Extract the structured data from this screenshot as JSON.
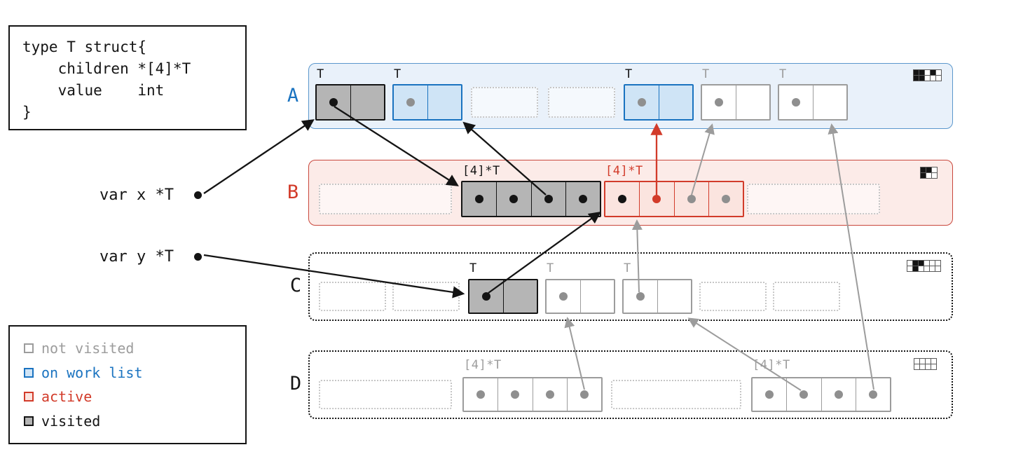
{
  "colors": {
    "blue": "#1a73c0",
    "red": "#d23b2a",
    "gray": "#9c9c9c",
    "visited_fill": "#b5b5b5",
    "work_list_fill": "#cfe4f6",
    "span_a_fill": "#e9f1fa",
    "span_b_fill": "#fcebe8"
  },
  "code_box": {
    "lines": [
      "type T struct{",
      "    children *[4]*T",
      "    value    int",
      "}"
    ]
  },
  "variables": [
    {
      "name": "var x *T"
    },
    {
      "name": "var y *T"
    }
  ],
  "legend": [
    {
      "label": "not visited",
      "state": "not-visited"
    },
    {
      "label": "on work list",
      "state": "work-list"
    },
    {
      "label": "active",
      "state": "active"
    },
    {
      "label": "visited",
      "state": "visited"
    }
  ],
  "spans": [
    {
      "name": "A",
      "bitmap": [
        [
          1,
          1,
          0,
          1,
          0
        ],
        [
          1,
          1,
          0,
          0,
          0
        ]
      ],
      "objects": [
        {
          "type": "T",
          "state": "visited",
          "cells": [
            "black",
            "none"
          ]
        },
        {
          "type": "T",
          "state": "work-list",
          "cells": [
            "gray",
            "none"
          ]
        },
        {
          "state": "empty"
        },
        {
          "state": "empty"
        },
        {
          "type": "T",
          "state": "work-list",
          "cells": [
            "gray",
            "none"
          ]
        },
        {
          "type": "T",
          "state": "not-visited",
          "cells": [
            "gray",
            "none"
          ]
        },
        {
          "type": "T",
          "state": "not-visited",
          "cells": [
            "gray",
            "none"
          ]
        }
      ]
    },
    {
      "name": "B",
      "bitmap": [
        [
          1,
          1,
          0
        ],
        [
          1,
          0,
          0
        ]
      ],
      "objects": [
        {
          "state": "empty"
        },
        {
          "type": "[4]*T",
          "state": "visited",
          "cells": [
            "black",
            "black",
            "black",
            "black"
          ]
        },
        {
          "type": "[4]*T",
          "state": "active",
          "cells": [
            "black",
            "red",
            "gray",
            "gray"
          ]
        },
        {
          "state": "empty"
        }
      ]
    },
    {
      "name": "C",
      "bitmap": [
        [
          0,
          1,
          1,
          0,
          0,
          0
        ],
        [
          0,
          1,
          0,
          0,
          0,
          0
        ]
      ],
      "objects": [
        {
          "state": "empty"
        },
        {
          "state": "empty"
        },
        {
          "type": "T",
          "state": "visited",
          "cells": [
            "black",
            "none"
          ]
        },
        {
          "type": "T",
          "state": "not-visited",
          "cells": [
            "gray",
            "none"
          ]
        },
        {
          "type": "T",
          "state": "not-visited",
          "cells": [
            "gray",
            "none"
          ]
        },
        {
          "state": "empty"
        },
        {
          "state": "empty"
        }
      ]
    },
    {
      "name": "D",
      "bitmap": [
        [
          0,
          0,
          0,
          0
        ],
        [
          0,
          0,
          0,
          0
        ]
      ],
      "objects": [
        {
          "state": "empty"
        },
        {
          "type": "[4]*T",
          "state": "not-visited",
          "cells": [
            "gray",
            "gray",
            "gray",
            "gray"
          ]
        },
        {
          "state": "empty"
        },
        {
          "type": "[4]*T",
          "state": "not-visited",
          "cells": [
            "gray",
            "gray",
            "gray",
            "gray"
          ]
        }
      ]
    }
  ]
}
